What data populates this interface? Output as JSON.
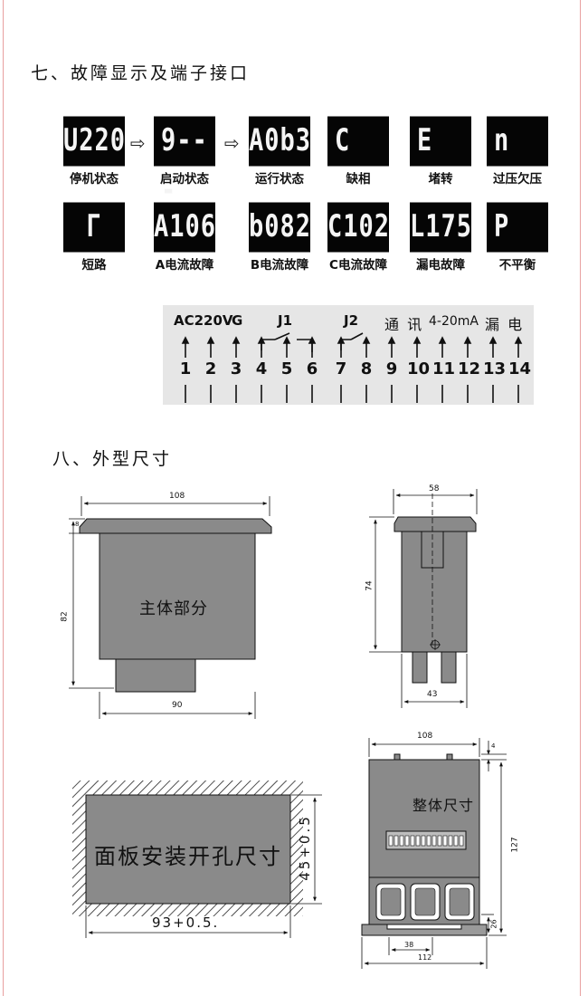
{
  "section7": {
    "title": "七、故障显示及端子接口"
  },
  "displays_row1": [
    {
      "code": "U220",
      "label": "停机状态"
    },
    {
      "code": "9---",
      "label": "启动状态"
    },
    {
      "code": "A0b3",
      "label": "运行状态"
    },
    {
      "code": "C",
      "label": "缺相"
    },
    {
      "code": "E",
      "label": "堵转"
    },
    {
      "code": "n",
      "label": "过压欠压"
    }
  ],
  "displays_row2": [
    {
      "code": "Γ",
      "label": "短路"
    },
    {
      "code": "A106",
      "label": "A电流故障"
    },
    {
      "code": "b082",
      "label": "B电流故障"
    },
    {
      "code": "C102",
      "label": "C电流故障"
    },
    {
      "code": "L175",
      "label": "漏电故障"
    },
    {
      "code": "P",
      "label": "不平衡"
    }
  ],
  "arrow_symbol": "⇨",
  "terminals": {
    "labels": {
      "power": "AC220V",
      "ground": "G",
      "relay1": "J1",
      "relay2": "J2",
      "comm": "通 讯",
      "analog": "4-20mA",
      "leak": "漏 电"
    },
    "numbers": [
      "1",
      "2",
      "3",
      "4",
      "5",
      "6",
      "7",
      "8",
      "9",
      "10",
      "11",
      "12",
      "13",
      "14"
    ]
  },
  "section8": {
    "title": "八、外型尺寸"
  },
  "front_view": {
    "width_top": "108",
    "thickness": "8",
    "height": "82",
    "body_width": "90",
    "label": "主体部分"
  },
  "side_view": {
    "width_top": "58",
    "height": "74",
    "bottom_width": "43"
  },
  "panel_cutout": {
    "label": "面板安装开孔尺寸",
    "height": "45+0.5",
    "width": "93+0.5."
  },
  "overall_view": {
    "width_top": "108",
    "top_gap": "4",
    "height": "127",
    "base_height": "26",
    "rail": "38",
    "base_width": "112",
    "label": "整体尺寸"
  }
}
